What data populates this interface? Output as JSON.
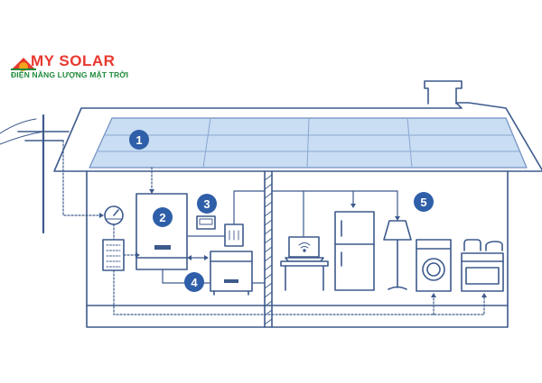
{
  "logo": {
    "brand": "MY SOLAR",
    "tagline": "ĐIỆN NĂNG LƯỢNG MẶT TRỜI",
    "colors": {
      "brand_red": "#e8382f",
      "tagline_green": "#1f8a3b",
      "sun_orange": "#f2a21b"
    }
  },
  "badges": [
    {
      "label": "1",
      "component": "solar-panels"
    },
    {
      "label": "2",
      "component": "inverter"
    },
    {
      "label": "3",
      "component": "monitor-display"
    },
    {
      "label": "4",
      "component": "battery"
    },
    {
      "label": "5",
      "component": "household-appliances"
    }
  ],
  "colors": {
    "line": "#3d5a8c",
    "panel_fill": "#c9ddf3",
    "badge_fill": "#2f5fa8",
    "wall_fill": "#ffffff"
  },
  "icons": [
    "utility-pole",
    "electric-meter",
    "breaker-box",
    "inverter",
    "wall-display",
    "switch-box",
    "battery",
    "laptop",
    "refrigerator",
    "floor-lamp",
    "washing-machine",
    "stove-oven",
    "chimney"
  ]
}
